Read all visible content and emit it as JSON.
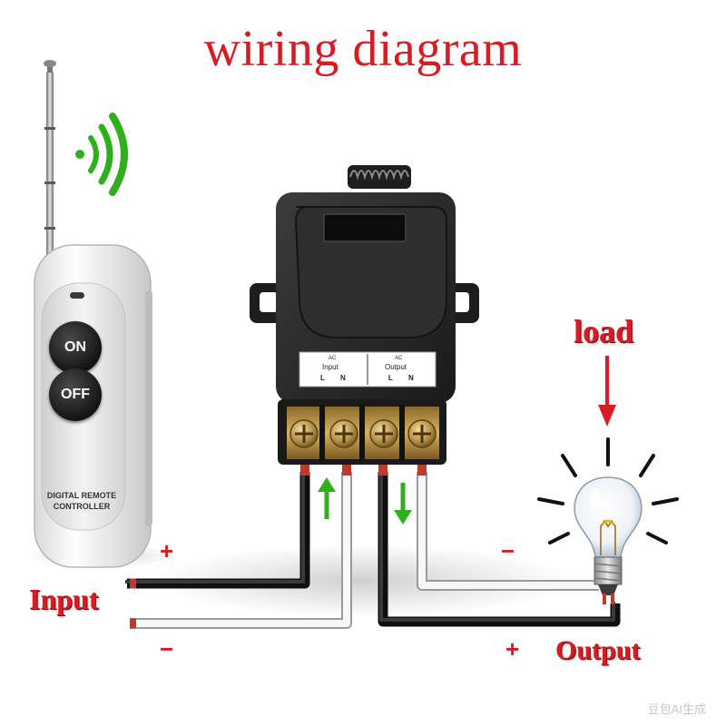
{
  "title": "wiring diagram",
  "labels": {
    "load": "load",
    "input": "Input",
    "output": "Output"
  },
  "polarity": {
    "input_plus": "+",
    "input_minus": "−",
    "output_minus": "−",
    "output_plus": "+"
  },
  "remote": {
    "on_label": "ON",
    "off_label": "OFF",
    "brand_line1": "DIGITAL REMOTE",
    "brand_line2": "CONTROLLER"
  },
  "relay": {
    "input_label": "Input",
    "output_label": "Output",
    "ac_label_1": "AC",
    "ac_label_2": "AC",
    "l1": "L",
    "n1": "N",
    "l2": "L",
    "n2": "N"
  },
  "watermark": "豆包AI生成",
  "colors": {
    "accent_red": "#d81c24",
    "signal_green": "#2fae1e",
    "relay_body": "#2a2a2a",
    "wire_black": "#1c1c1c",
    "wire_white": "#f2f2f2"
  }
}
